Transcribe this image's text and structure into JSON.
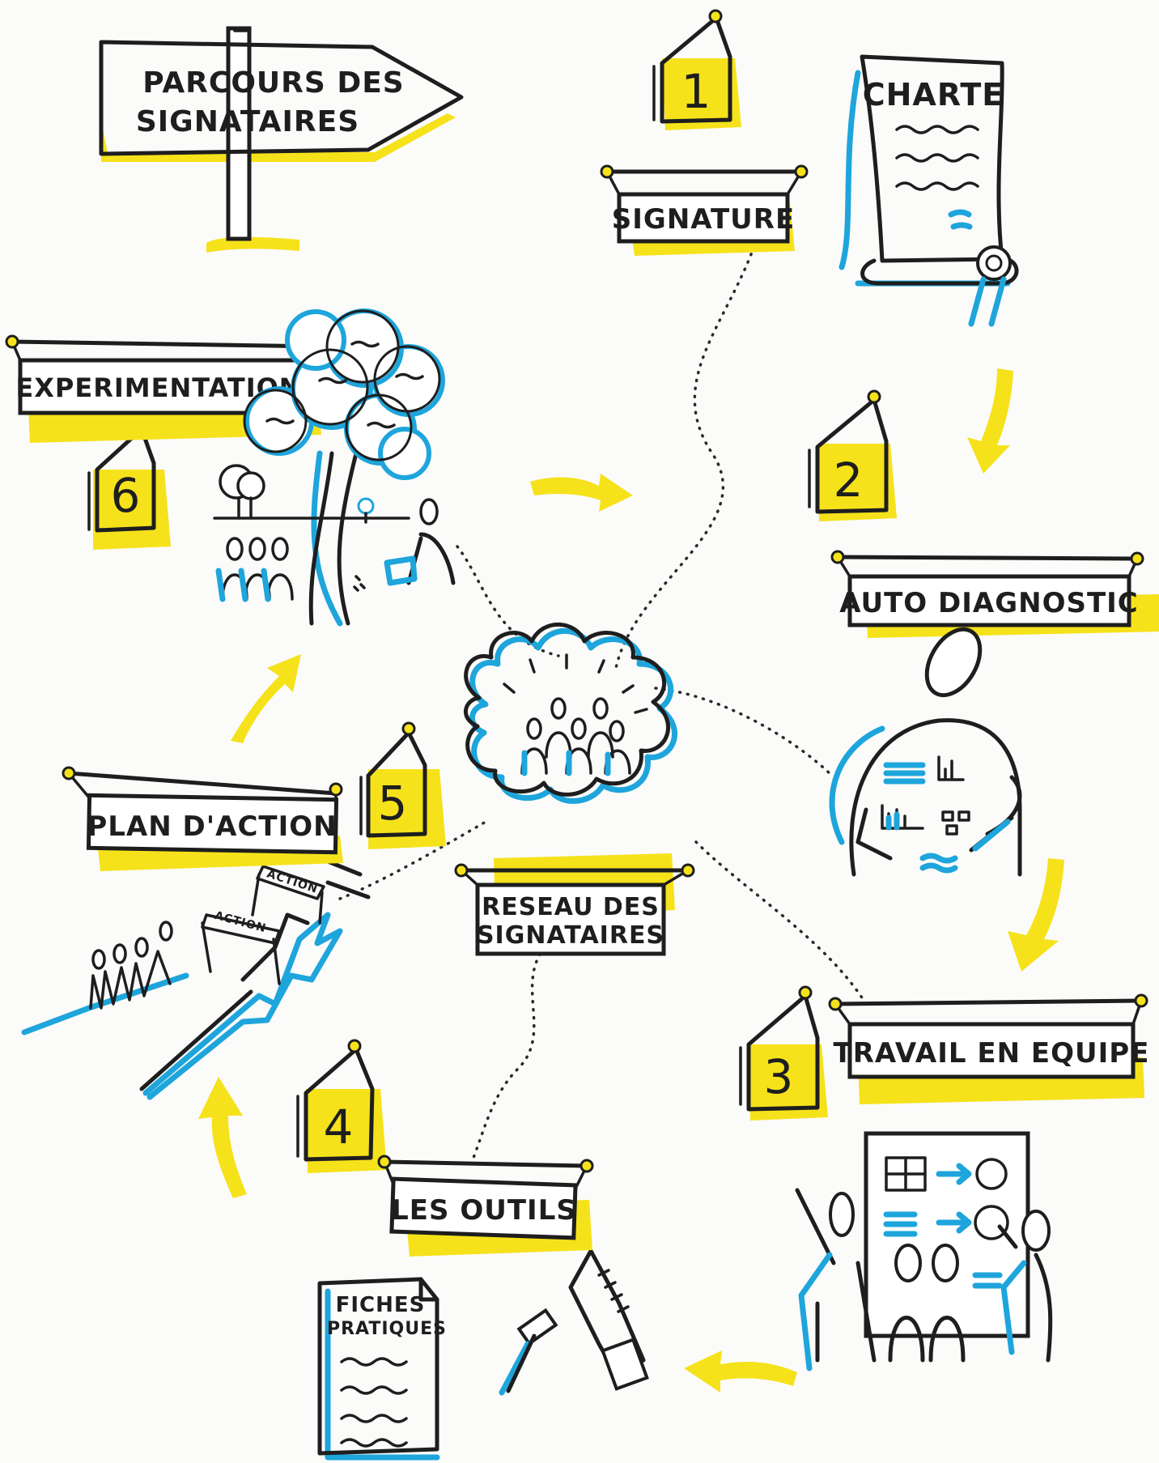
{
  "signpost": {
    "line1": "PARCOURS DES",
    "line2": "SIGNATAIRES"
  },
  "steps": {
    "s1": {
      "number": "1",
      "label": "SIGNATURE"
    },
    "s2": {
      "number": "2",
      "label": "AUTO DIAGNOSTIC"
    },
    "s3": {
      "number": "3",
      "label": "TRAVAIL EN EQUIPE"
    },
    "s4": {
      "number": "4",
      "label": "LES OUTILS"
    },
    "s5": {
      "number": "5",
      "label": "PLAN D'ACTION"
    },
    "s6": {
      "number": "6",
      "label": "EXPERIMENTATIONS"
    }
  },
  "charter": {
    "title": "CHARTE"
  },
  "center": {
    "line1": "RESEAU DES",
    "line2": "SIGNATAIRES"
  },
  "fiches": {
    "line1": "FICHES",
    "line2": "PRATIQUES"
  },
  "action_banners": {
    "upper": "ACTION",
    "lower": "ACTION"
  },
  "colors": {
    "ink": "#1e1e1e",
    "blue": "#1ea5dc",
    "yellow": "#f5e21b",
    "paper": "#fbfbfa"
  }
}
